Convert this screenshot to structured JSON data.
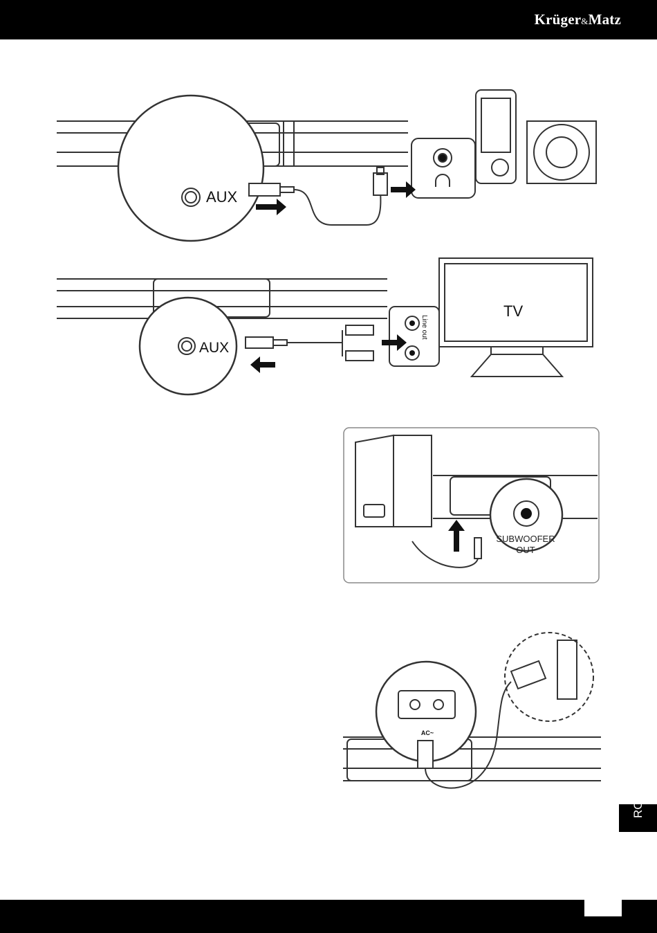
{
  "header": {
    "brand_main": "Krüger",
    "brand_amp": "&",
    "brand_end": "Matz"
  },
  "diagram1": {
    "aux_label": "AUX"
  },
  "diagram2": {
    "aux_label": "AUX",
    "tv_label": "TV",
    "line_out_label": "Line out"
  },
  "diagram3": {
    "sub_label_line1": "SUBWOOFER",
    "sub_label_line2": "OUT"
  },
  "diagram4": {
    "ac_label": "AC~"
  },
  "side_tab": {
    "language": "RO"
  },
  "colors": {
    "header": "#000000",
    "line": "#333333"
  }
}
